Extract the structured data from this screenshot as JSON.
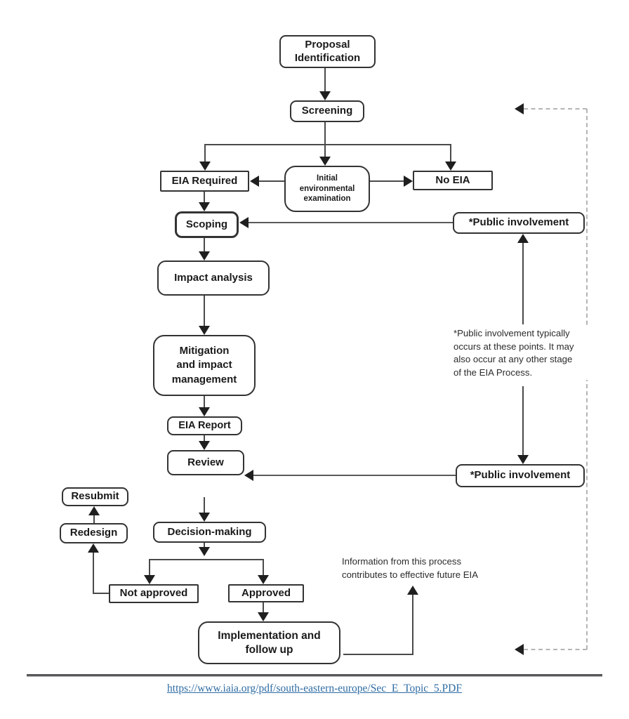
{
  "diagram": {
    "title_implied": "EIA process flowchart",
    "nodes": {
      "proposal": "Proposal\nIdentification",
      "screening": "Screening",
      "eia_required": "EIA Required",
      "initial_env_exam": "Initial\nenvironmental\nexamination",
      "no_eia": "No EIA",
      "scoping": "Scoping",
      "public_involvement_1": "*Public involvement",
      "impact_analysis": "Impact analysis",
      "mitigation": "Mitigation\nand impact\nmanagement",
      "eia_report": "EIA Report",
      "review": "Review",
      "public_involvement_2": "*Public involvement",
      "resubmit": "Resubmit",
      "redesign": "Redesign",
      "decision_making": "Decision-making",
      "not_approved": "Not approved",
      "approved": "Approved",
      "implementation": "Implementation and\nfollow up"
    },
    "notes": {
      "public_involvement": "*Public involvement typically\noccurs at these points. It may\nalso occur at any other stage\nof the EIA Process.",
      "future_eia": "Information from this process\ncontributes to effective future EIA"
    },
    "colors": {
      "line": "#4a4a4a",
      "arrow": "#1f1f1f",
      "box_border": "#333333",
      "dashed_feedback": "#b5b5b5",
      "link": "#2e6ca3"
    },
    "footer": {
      "link_text": "https://www.iaia.org/pdf/south-eastern-europe/Sec_E_Topic_5.PDF"
    }
  }
}
